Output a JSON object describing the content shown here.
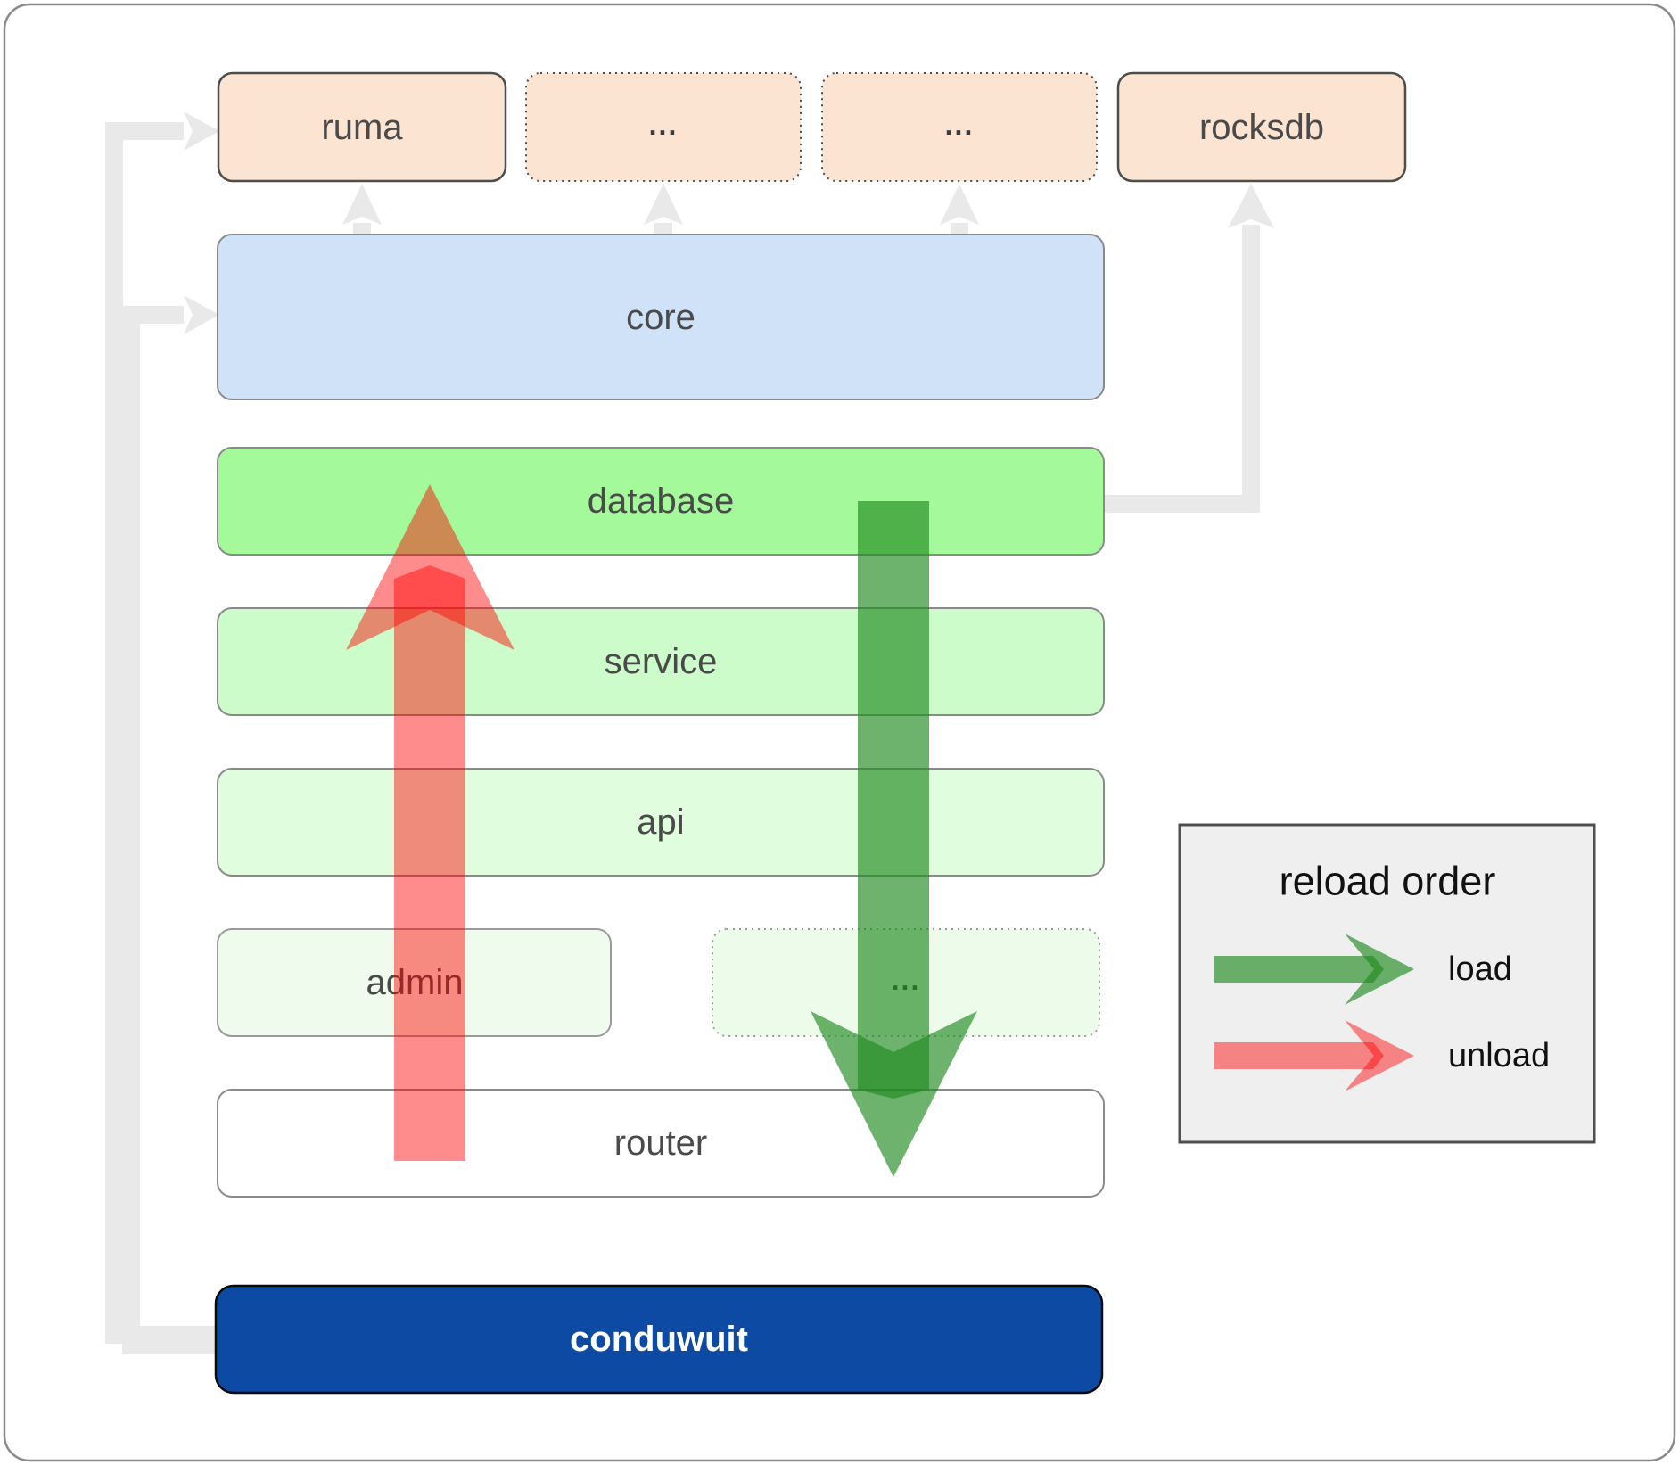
{
  "nodes": {
    "ruma": "ruma",
    "dots1": "...",
    "dots2": "...",
    "rocksdb": "rocksdb",
    "core": "core",
    "database": "database",
    "service": "service",
    "api": "api",
    "admin": "admin",
    "dots3": "...",
    "router": "router",
    "conduwuit": "conduwuit"
  },
  "legend": {
    "title": "reload order",
    "load_label": "load",
    "unload_label": "unload"
  },
  "colors": {
    "module_fill": "#fbe4d2",
    "core_fill": "#cfe2f7",
    "database_fill": "#a4fa9a",
    "service_fill": "#ccfcc9",
    "api_fill": "#e0fdde",
    "admin_fill": "#effbec",
    "dots3_fill": "#edfbea",
    "router_fill": "#ffffff",
    "conduwuit_fill": "#0d4aa3",
    "legend_fill": "#efefef",
    "connector": "#e9e9e9",
    "load_arrow": "#228b22",
    "unload_arrow": "#ff0000"
  }
}
